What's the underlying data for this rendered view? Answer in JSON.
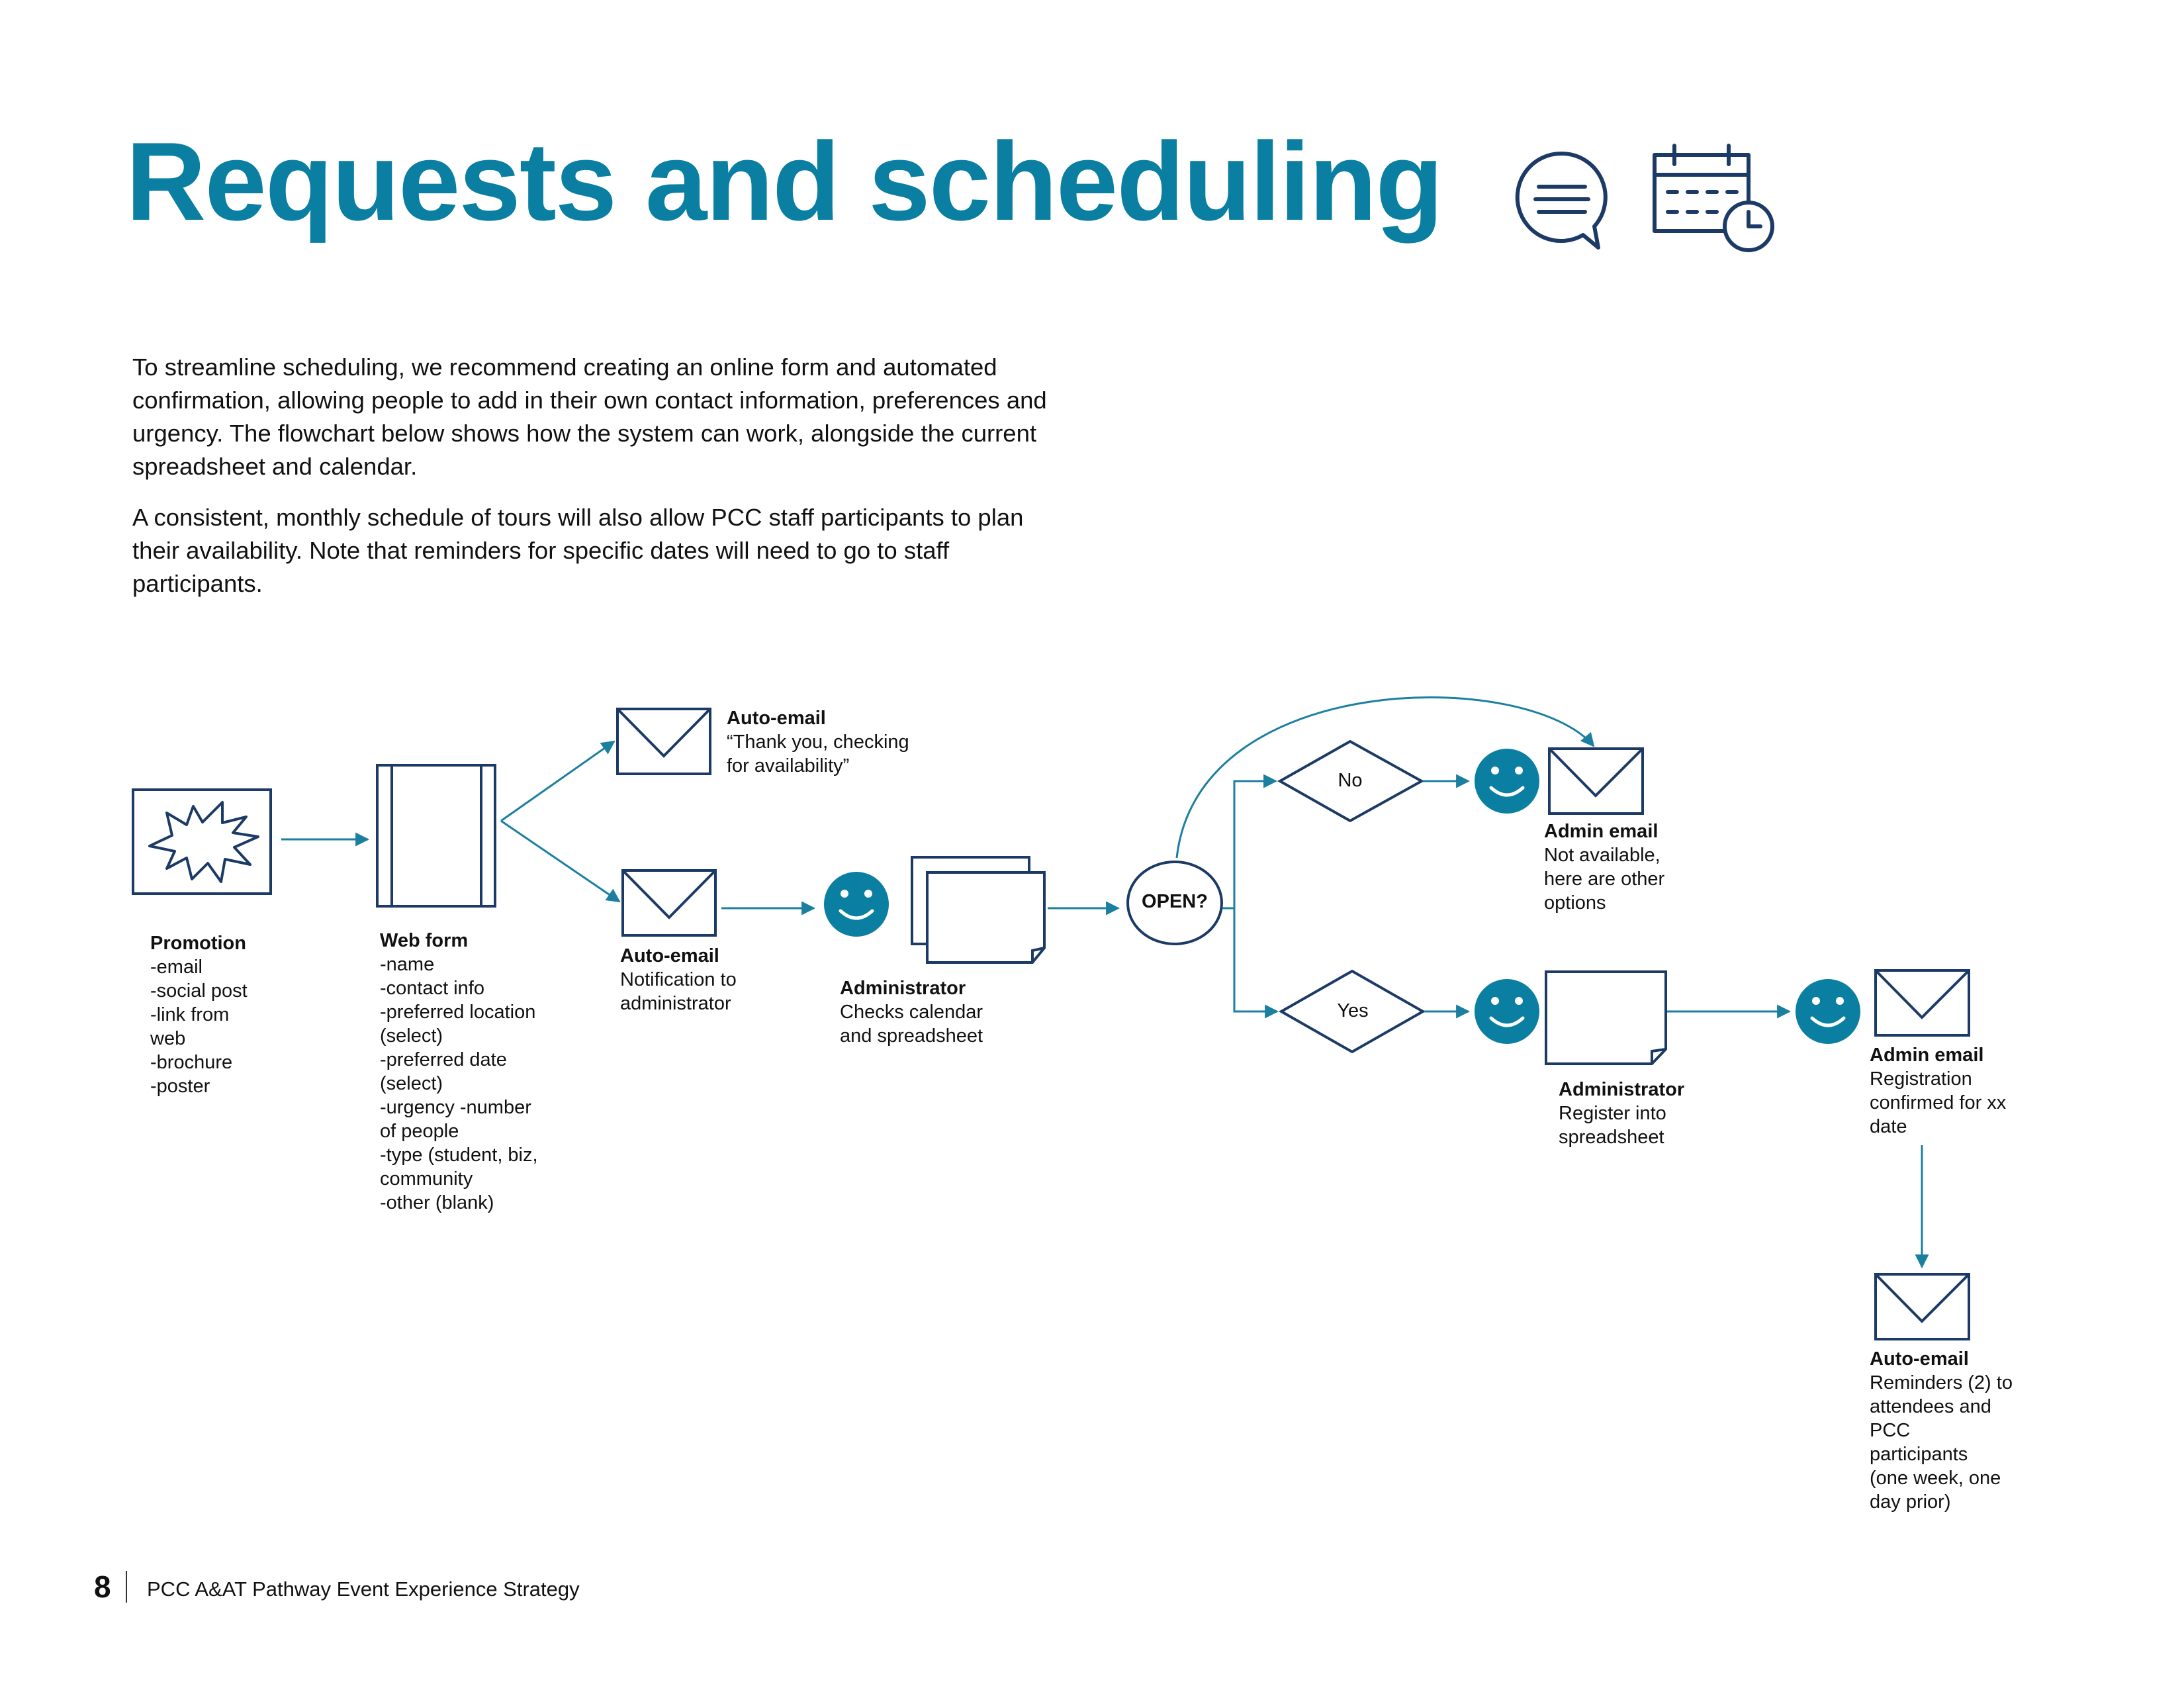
{
  "page": {
    "title": "Requests and scheduling",
    "icons": [
      "chat-bubble-icon",
      "calendar-clock-icon"
    ],
    "intro_paragraphs": [
      "To streamline scheduling, we recommend creating an online form and automated confirmation, allowing people to add in their own contact information, preferences and urgency. The flowchart below shows how the system can work, alongside the current spreadsheet and calendar.",
      "A consistent, monthly schedule of tours will also allow PCC staff participants to plan their availability. Note that reminders for specific dates will need to go to staff participants."
    ],
    "colors": {
      "accent": "#0a7fa2",
      "navy": "#1b3a66",
      "arrow": "#1b7fa0"
    }
  },
  "flowchart": {
    "promotion": {
      "title": "Promotion",
      "body": "-email\n-social post\n-link from\nweb\n-brochure\n-poster"
    },
    "web_form": {
      "title": "Web form",
      "body": "-name\n-contact info\n-preferred location\n(select)\n-preferred date\n(select)\n-urgency -number\nof people\n-type (student, biz,\ncommunity\n-other (blank)"
    },
    "auto_email_thanks": {
      "title": "Auto-email",
      "body": "“Thank you, checking\nfor availability”"
    },
    "auto_email_notify": {
      "title": "Auto-email",
      "body": "Notification to\nadministrator"
    },
    "admin_check": {
      "title": "Administrator",
      "body": "Checks calendar\nand spreadsheet"
    },
    "open_decision": {
      "label": "OPEN?"
    },
    "no_branch": {
      "label": "No"
    },
    "yes_branch": {
      "label": "Yes"
    },
    "admin_email_unavailable": {
      "title": "Admin email",
      "body": "Not available,\nhere are other\noptions"
    },
    "admin_register": {
      "title": "Administrator",
      "body": "Register into\nspreadsheet"
    },
    "admin_email_confirmed": {
      "title": "Admin email",
      "body": "Registration\nconfirmed for xx\ndate"
    },
    "auto_email_reminders": {
      "title": "Auto-email",
      "body": "Reminders (2) to\nattendees and\nPCC\nparticipants\n(one week, one\nday prior)"
    }
  },
  "footer": {
    "page_number": "8",
    "document_title": "PCC A&AT Pathway Event Experience Strategy"
  }
}
